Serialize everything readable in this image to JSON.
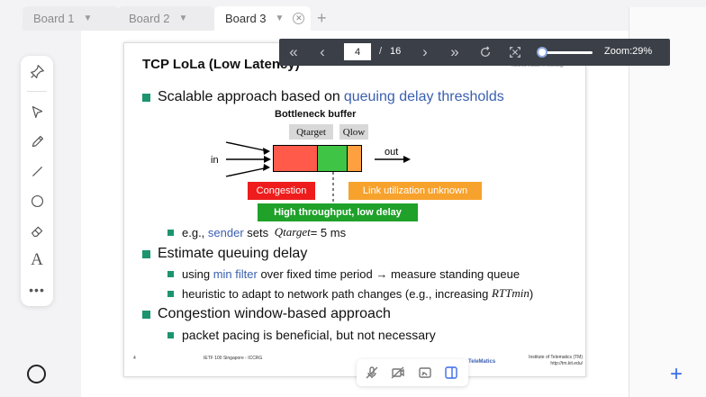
{
  "tabs": [
    {
      "label": "Board 1",
      "active": false
    },
    {
      "label": "Board 2",
      "active": false
    },
    {
      "label": "Board 3",
      "active": true
    }
  ],
  "icons": {
    "tab_chevron": "▼",
    "tab_close": "✕",
    "tab_add": "+",
    "add_button": "+",
    "more": "•••",
    "text_tool": "A"
  },
  "pdf_toolbar": {
    "current_page": "4",
    "separator": "/",
    "total_pages": "16",
    "zoom_label": "Zoom:29%",
    "zoom_percent": 29,
    "icons": [
      "first-page",
      "previous-page",
      "next-page",
      "last-page",
      "rotate",
      "fit-screen"
    ]
  },
  "slide": {
    "title": "TCP LoLa (Low Latency)",
    "institute_header": "Karlsruhe Institute of Technology",
    "bullet1": {
      "text": "Scalable approach based on ",
      "link": "queuing delay thresholds"
    },
    "diagram": {
      "title": "Bottleneck buffer",
      "q_target": "Qtarget",
      "q_low": "Qlow",
      "in_label": "in",
      "out_label": "out",
      "congestion": "Congestion",
      "link_util": "Link utilization unknown",
      "high_throughput": "High throughput, low delay"
    },
    "sub1": {
      "pre": "e.g., ",
      "link": "sender",
      "mid": " sets ",
      "math": "Qtarget",
      "post": "= 5 ms"
    },
    "bullet2": "Estimate queuing delay",
    "sub2": {
      "pre": "using ",
      "link": "min filter",
      "post": " over fixed time period → measure standing queue"
    },
    "sub3": {
      "text": "heuristic to adapt to network path changes (e.g., increasing ",
      "math": "RTTmin",
      "post": ")"
    },
    "bullet3": "Congestion window-based approach",
    "sub4": "packet pacing is beneficial, but not necessary",
    "footer_page": "4",
    "footer_center": "IETF 100 Singapore - ICCRG",
    "footer_logo": "TeleMatics",
    "footer_right_1": "Institute of Telematics (TM)",
    "footer_right_2": "http://tm.kit.edu/"
  },
  "colors": {
    "congestion": "#ee1c1c",
    "link_util": "#f7a22d",
    "high_throughput": "#1fa12a",
    "accent_blue": "#3b6be8",
    "bullet_green": "#1d9470"
  }
}
